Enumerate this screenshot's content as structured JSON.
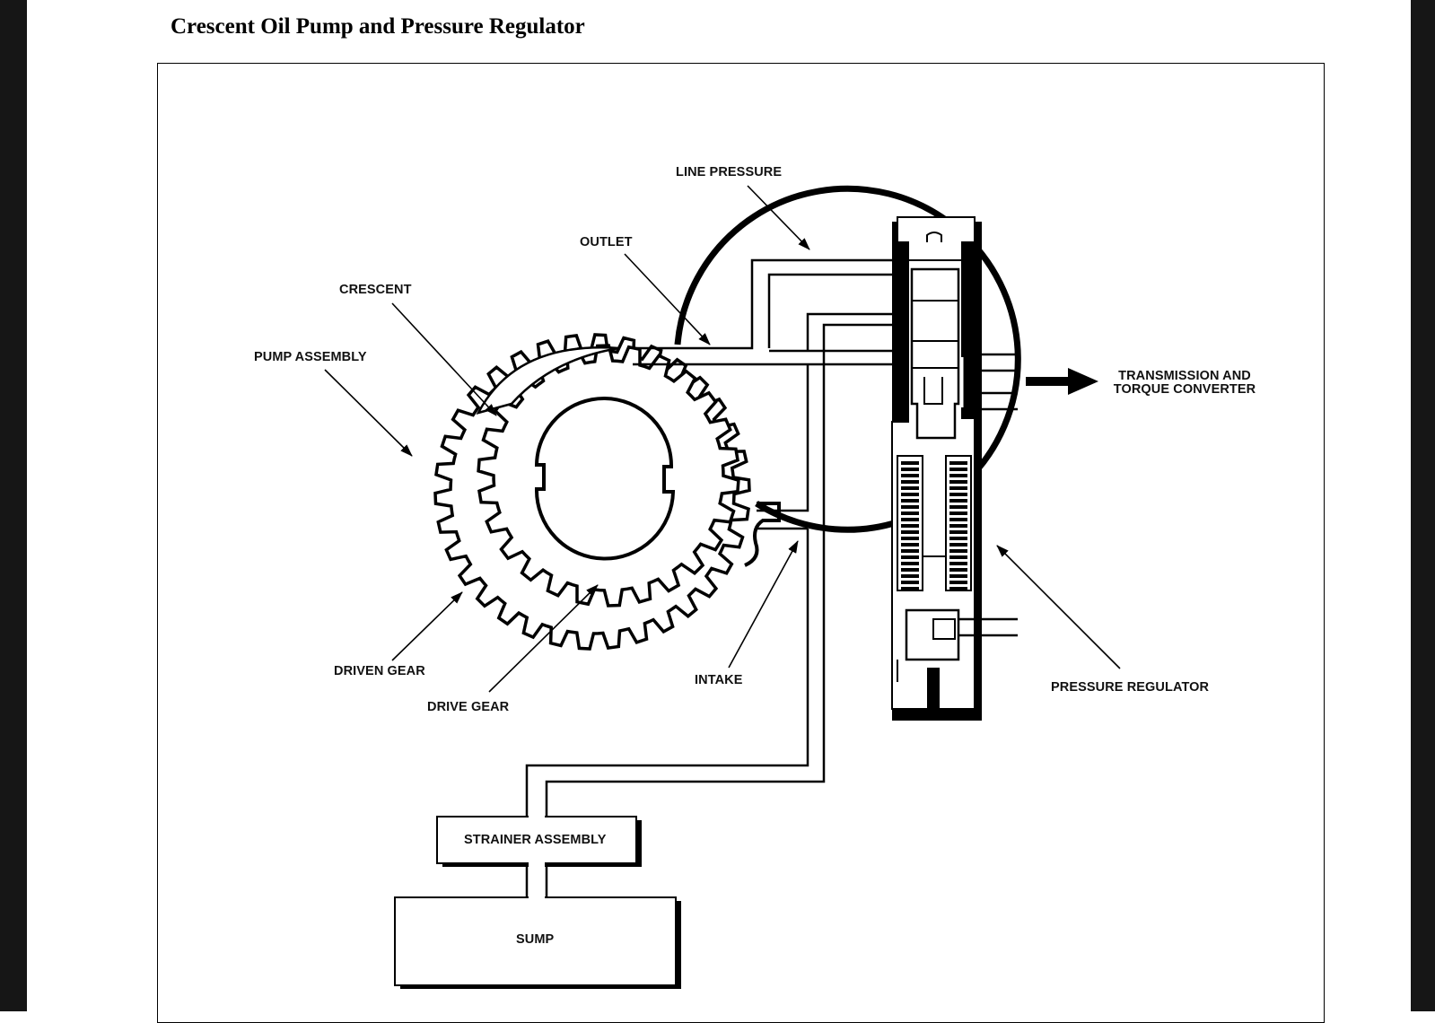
{
  "document": {
    "title": "Crescent Oil Pump and Pressure Regulator"
  },
  "labels": {
    "line_pressure": "LINE PRESSURE",
    "outlet": "OUTLET",
    "crescent": "CRESCENT",
    "pump_assembly": "PUMP ASSEMBLY",
    "transmission_and_torque_converter": "TRANSMISSION AND\nTORQUE CONVERTER",
    "driven_gear": "DRIVEN GEAR",
    "drive_gear": "DRIVE GEAR",
    "intake": "INTAKE",
    "pressure_regulator": "PRESSURE REGULATOR",
    "strainer_assembly": "STRAINER ASSEMBLY",
    "sump": "SUMP"
  },
  "colors": {
    "ink": "#000000",
    "paper": "#ffffff",
    "page_edge": "#161616"
  }
}
